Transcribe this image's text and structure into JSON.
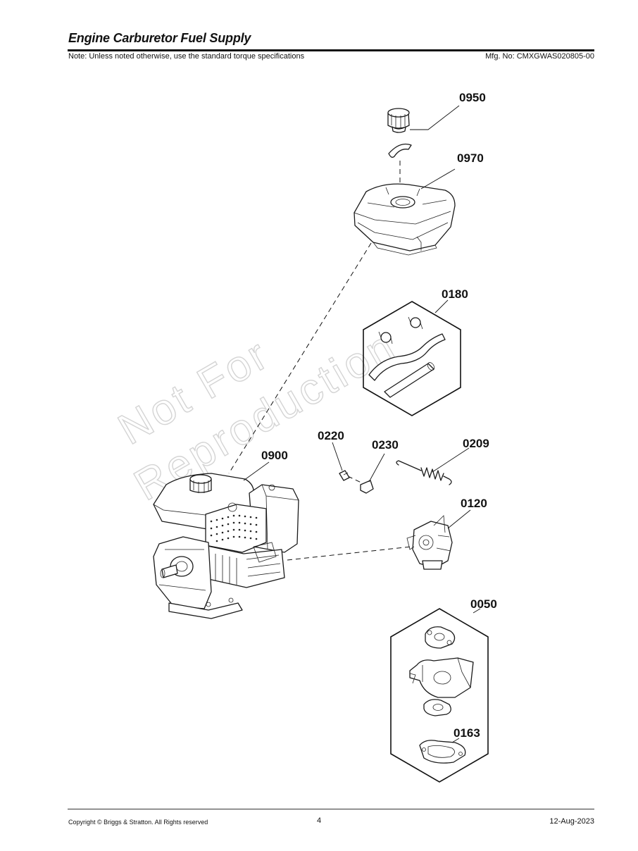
{
  "header": {
    "title": "Engine Carburetor Fuel Supply",
    "note": "Note: Unless noted otherwise, use the standard torque specifications",
    "mfg_no": "Mfg. No: CMXGWAS020805-00"
  },
  "watermark": {
    "line1": "Not For",
    "line2": "Reproduction"
  },
  "callouts": {
    "c0950": "0950",
    "c0970": "0970",
    "c0180": "0180",
    "c0220": "0220",
    "c0230": "0230",
    "c0209": "0209",
    "c0900": "0900",
    "c0120": "0120",
    "c0050": "0050",
    "c0163": "0163"
  },
  "footer": {
    "copyright": "Copyright ©  Briggs & Stratton. All Rights reserved",
    "page": "4",
    "date": "12-Aug-2023"
  }
}
